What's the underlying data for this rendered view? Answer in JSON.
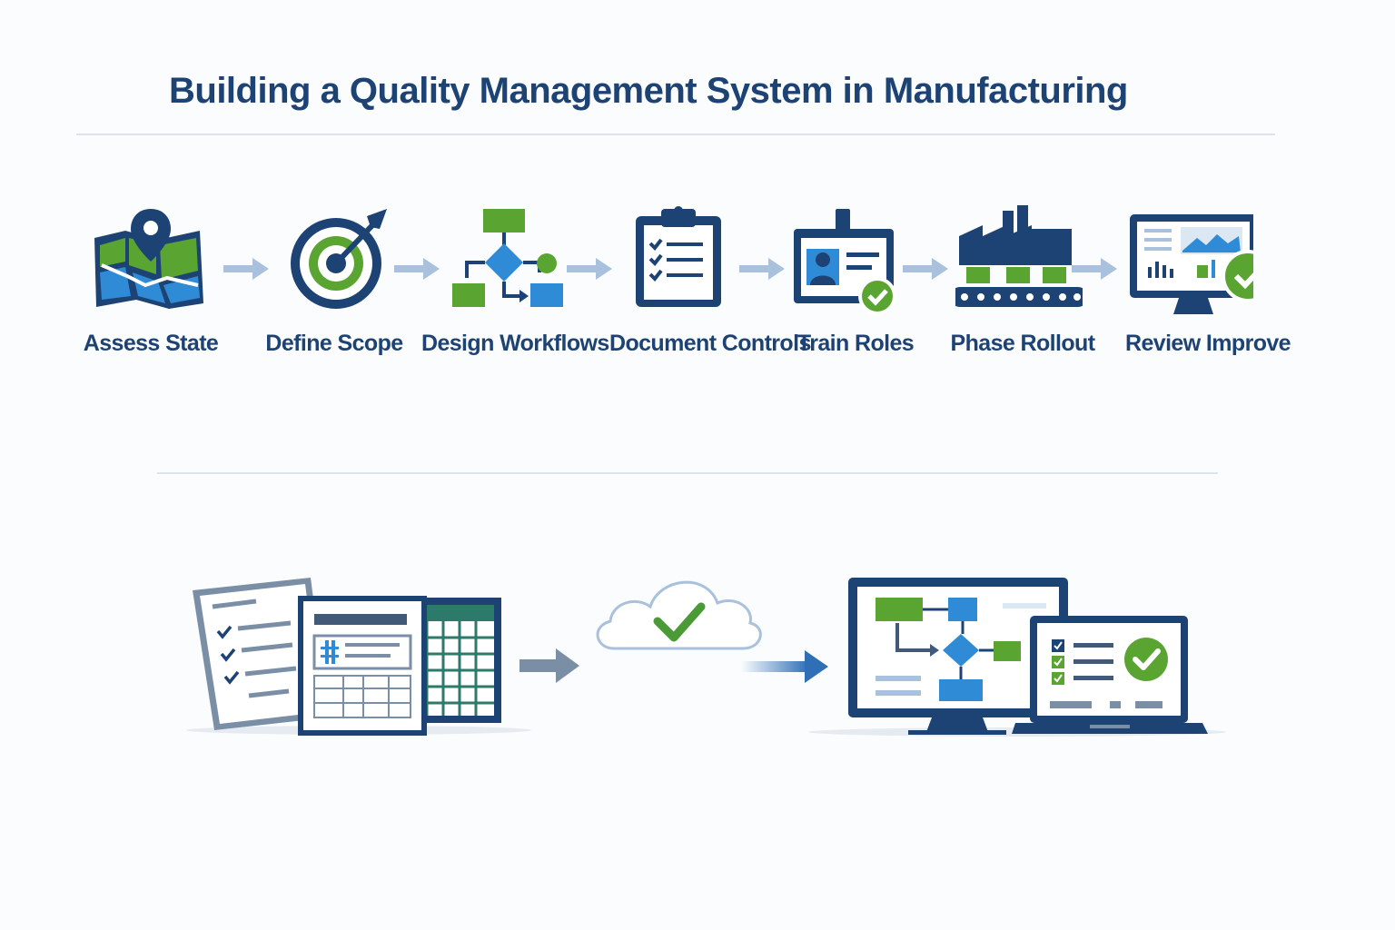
{
  "title": "Building a Quality Management System in Manufacturing",
  "steps": [
    {
      "label": "Assess State",
      "icon": "map-pin-icon"
    },
    {
      "label": "Define Scope",
      "icon": "target-icon"
    },
    {
      "label": "Design Workflows",
      "icon": "flowchart-icon"
    },
    {
      "label": "Document Controls",
      "icon": "clipboard-checklist-icon"
    },
    {
      "label": "Train Roles",
      "icon": "id-badge-icon"
    },
    {
      "label": "Phase Rollout",
      "icon": "factory-conveyor-icon"
    },
    {
      "label": "Review Improve",
      "icon": "monitor-dashboard-icon"
    }
  ],
  "colors": {
    "navy": "#1d4274",
    "green": "#5aa532",
    "blue": "#2f8bd6",
    "arrow": "#a9c1dc"
  }
}
